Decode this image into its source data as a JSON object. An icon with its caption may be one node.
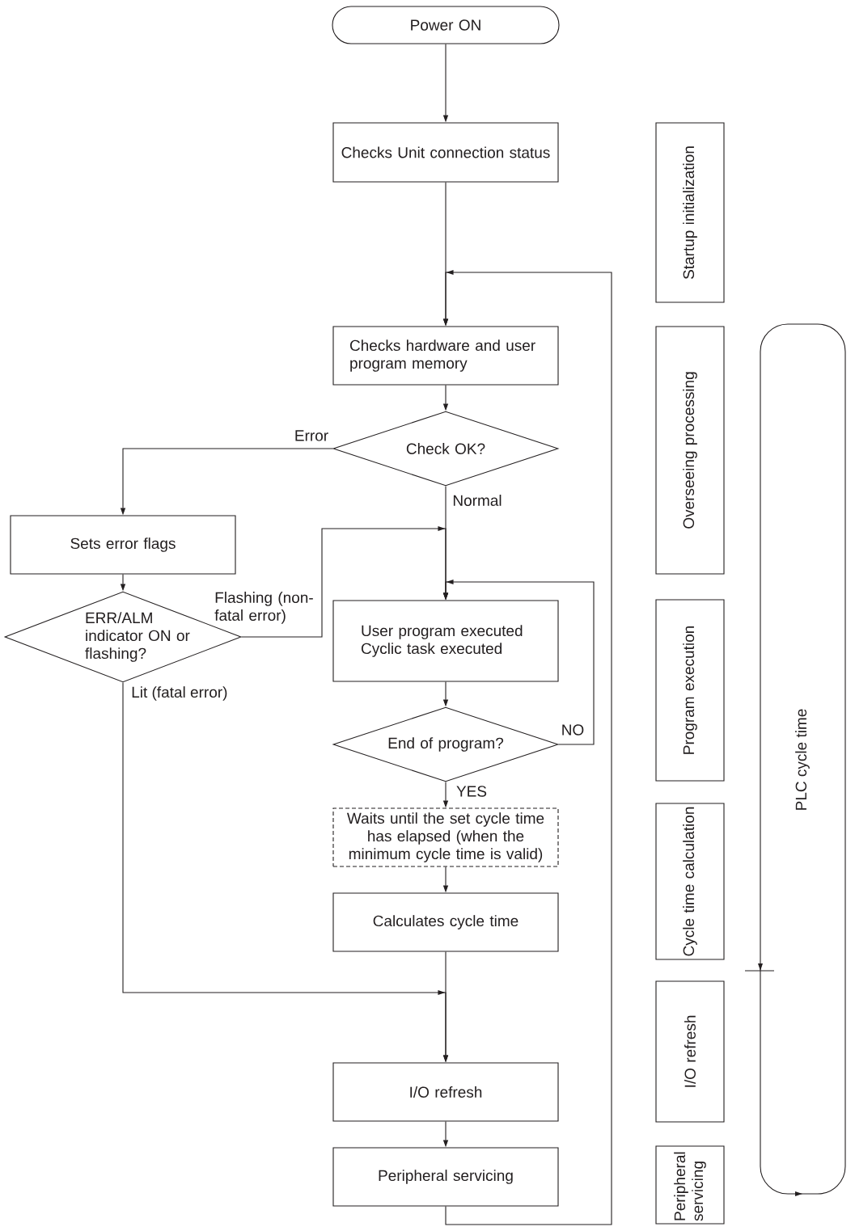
{
  "diagram": {
    "nodes": [
      {
        "text": [
          "Power ON"
        ]
      },
      {
        "text": [
          "Checks Unit connection status"
        ]
      },
      {
        "text": [
          "Checks hardware and user program memory"
        ]
      },
      {
        "text": [
          "Check OK?"
        ]
      },
      {
        "text": [
          "Sets error flags"
        ]
      },
      {
        "text": [
          "ERR/ALM indicator ON or flashing?"
        ]
      },
      {
        "text": [
          "User program executed",
          "Cyclic task executed"
        ]
      },
      {
        "text": [
          "End of program?"
        ]
      },
      {
        "text": [
          "Waits until the set cycle time has elapsed (when the minimum cycle time is valid)"
        ]
      },
      {
        "text": [
          "Calculates cycle time"
        ]
      },
      {
        "text": [
          "I/O refresh"
        ]
      },
      {
        "text": [
          "Peripheral servicing"
        ]
      },
      {
        "text": [
          "Startup initialization"
        ]
      },
      {
        "text": [
          "Overseeing processing"
        ]
      },
      {
        "text": [
          "Program execution"
        ]
      },
      {
        "text": [
          "Cycle time calculation"
        ]
      },
      {
        "text": [
          "I/O refresh"
        ]
      },
      {
        "text": [
          "Peripheral servicing"
        ]
      },
      {
        "text": [
          "PLC cycle time"
        ]
      }
    ],
    "edges": [
      {
        "from": 0,
        "to": 1,
        "arrow": "to"
      },
      {
        "from": 1,
        "to": 2,
        "arrow": "to"
      },
      {
        "from": 2,
        "to": 3,
        "arrow": "to"
      },
      {
        "from": 3,
        "to": 4,
        "arrow": "to",
        "label": "Error"
      },
      {
        "from": 3,
        "to": 6,
        "arrow": "to",
        "label": "Normal"
      },
      {
        "from": 4,
        "to": 5,
        "arrow": "to"
      },
      {
        "from": 5,
        "to": 6,
        "arrow": "to",
        "label": "Flashing (non-fatal error)"
      },
      {
        "from": 5,
        "to": 10,
        "arrow": "to",
        "label": "Lit (fatal error)"
      },
      {
        "from": 6,
        "to": 7,
        "arrow": "to"
      },
      {
        "from": 7,
        "to": 6,
        "arrow": "to",
        "label": "NO"
      },
      {
        "from": 7,
        "to": 8,
        "arrow": "to",
        "label": "YES"
      },
      {
        "from": 8,
        "to": 9,
        "arrow": "to"
      },
      {
        "from": 9,
        "to": 10,
        "arrow": "to"
      },
      {
        "from": 10,
        "to": 11,
        "arrow": "to"
      },
      {
        "from": 11,
        "to": 2,
        "arrow": "to"
      }
    ]
  }
}
